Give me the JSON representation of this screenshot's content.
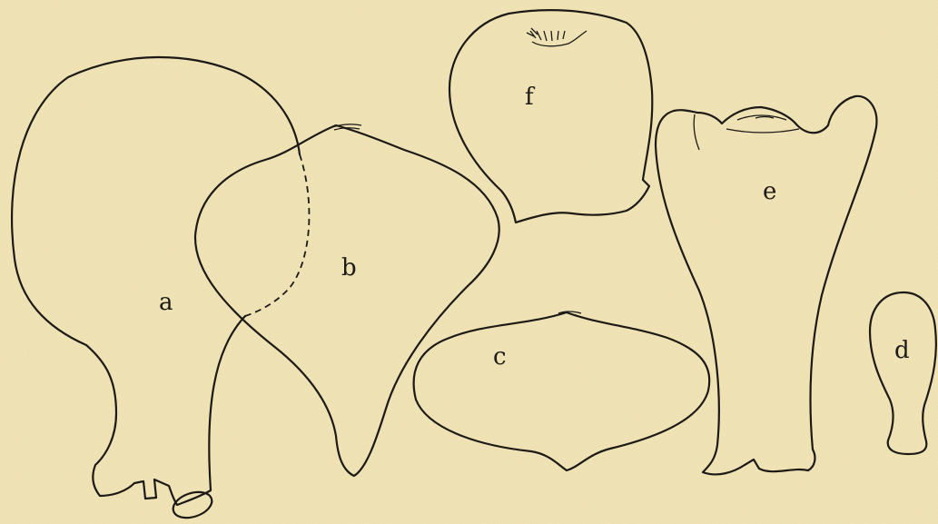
{
  "figure": {
    "labels": {
      "a": "a",
      "b": "b",
      "c": "c",
      "d": "d",
      "e": "e",
      "f": "f"
    },
    "colors": {
      "paper": "#f3e6b8",
      "ink": "#1b1a16"
    }
  }
}
